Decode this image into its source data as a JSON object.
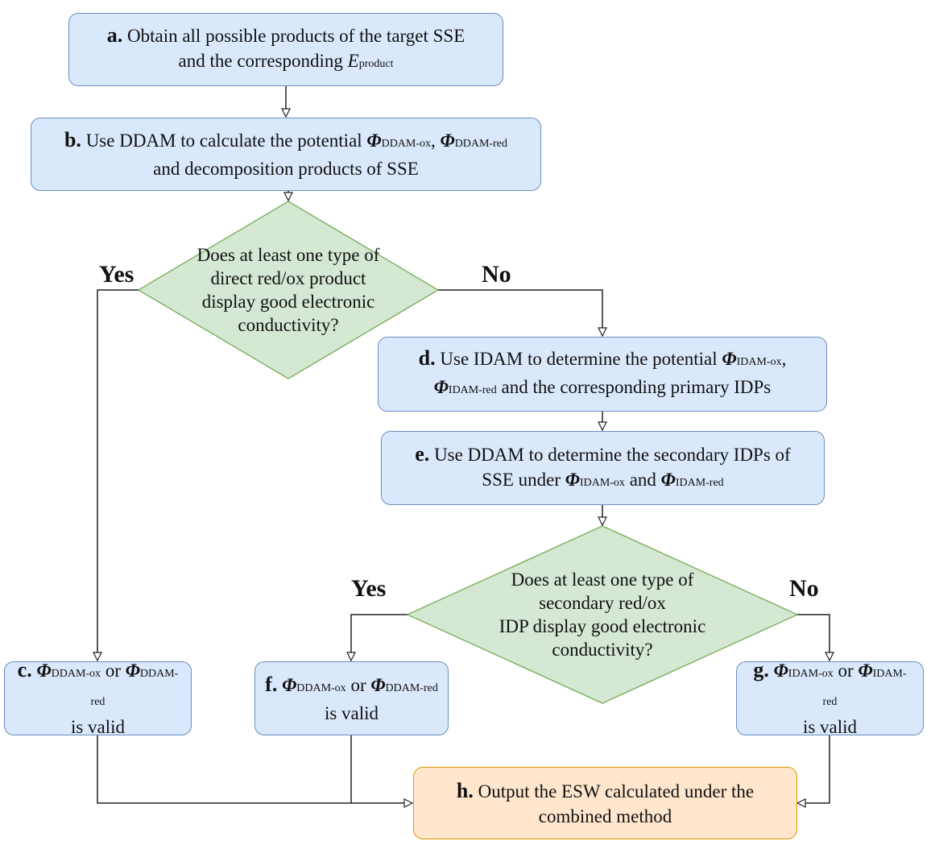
{
  "nodes": {
    "a": {
      "letter": "a.",
      "line1": "Obtain all possible products of the target SSE",
      "line2_pre": "and the corresponding ",
      "E": "E",
      "E_sub": "product"
    },
    "b": {
      "letter": "b.",
      "line1_pre": "Use DDAM to calculate the potential ",
      "phi": "Φ",
      "sub1": "DDAM-ox",
      "sep": ", ",
      "sub2": "DDAM-red",
      "line2": "and decomposition products of SSE"
    },
    "q1": {
      "line1": "Does at least one type of",
      "line2": "direct red/ox product",
      "line3": "display good electronic",
      "line4": "conductivity?"
    },
    "c": {
      "letter": "c.",
      "phi": "Φ",
      "sub1": "DDAM-ox",
      "or": " or ",
      "sub2": "DDAM-red",
      "line2": "is valid"
    },
    "d": {
      "letter": "d.",
      "line1_pre": "Use IDAM to determine the potential ",
      "phi": "Φ",
      "sub1": "IDAM-ox",
      "comma": ",",
      "sub2": "IDAM-red",
      "line2_post": " and the corresponding primary IDPs"
    },
    "e": {
      "letter": "e.",
      "line1": "Use DDAM to determine the secondary IDPs of",
      "line2_pre": "SSE under ",
      "phi": "Φ",
      "sub1": "IDAM-ox",
      "and": " and ",
      "sub2": "IDAM-red"
    },
    "q2": {
      "line1": "Does at least one type of",
      "line2": "secondary red/ox",
      "line3": "IDP display good electronic",
      "line4": "conductivity?"
    },
    "f": {
      "letter": "f.",
      "phi": "Φ",
      "sub1": "DDAM-ox",
      "or": " or ",
      "sub2": "DDAM-red",
      "line2": "is valid"
    },
    "g": {
      "letter": "g.",
      "phi": "Φ",
      "sub1": "IDAM-ox",
      "or": " or ",
      "sub2": "IDAM-red",
      "line2": "is valid"
    },
    "h": {
      "letter": "h.",
      "line1": "Output the ESW calculated under the",
      "line2": "combined method"
    }
  },
  "labels": {
    "q1_yes": "Yes",
    "q1_no": "No",
    "q2_yes": "Yes",
    "q2_no": "No"
  },
  "colors": {
    "process_fill": "#dae8fc",
    "process_border": "#6c8ebf",
    "decision_fill": "#d5e8d4",
    "decision_border": "#82b366",
    "output_fill": "#ffe6cc",
    "output_border": "#d79b00"
  }
}
